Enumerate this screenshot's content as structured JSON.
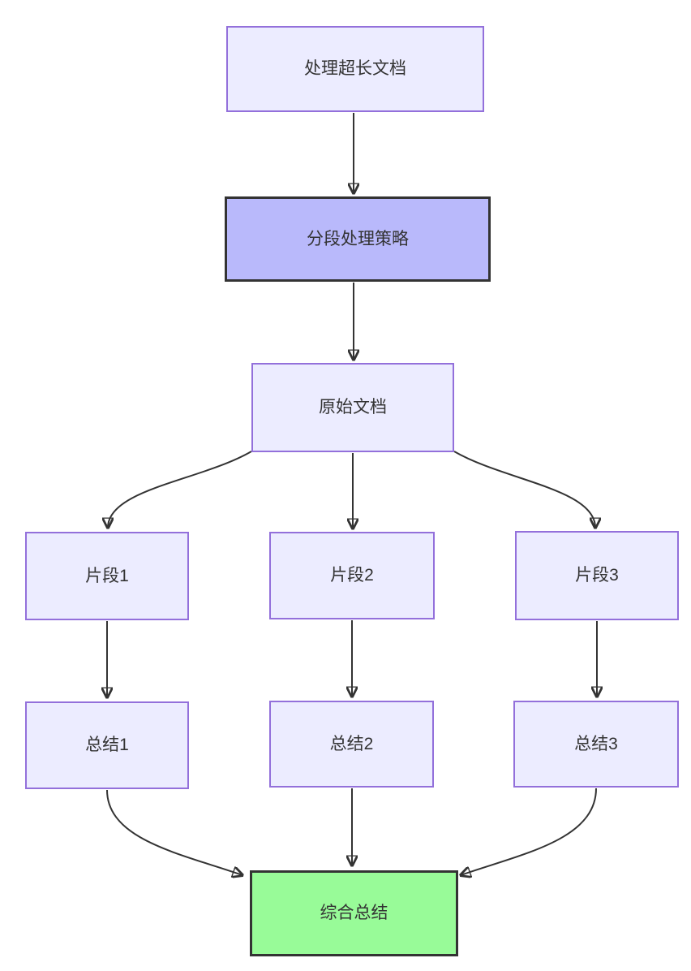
{
  "diagram": {
    "type": "flowchart",
    "direction": "top-down",
    "background": "#ffffff",
    "colors": {
      "node_fill": "#ECECFF",
      "node_border": "#9370DB",
      "emphasis_fill": "#B9B9FB",
      "emphasis_border": "#333333",
      "success_fill": "#98FB98",
      "success_border": "#333333",
      "edge_color": "#333333",
      "text_color": "#333333"
    },
    "nodes": [
      {
        "id": "process-long-document",
        "label": "处理超长文档",
        "style": "default"
      },
      {
        "id": "segmentation-strategy",
        "label": "分段处理策略",
        "style": "emphasis"
      },
      {
        "id": "original-document",
        "label": "原始文档",
        "style": "default"
      },
      {
        "id": "fragment-1",
        "label": "片段1",
        "style": "default"
      },
      {
        "id": "fragment-2",
        "label": "片段2",
        "style": "default"
      },
      {
        "id": "fragment-3",
        "label": "片段3",
        "style": "default"
      },
      {
        "id": "summary-1",
        "label": "总结1",
        "style": "default"
      },
      {
        "id": "summary-2",
        "label": "总结2",
        "style": "default"
      },
      {
        "id": "summary-3",
        "label": "总结3",
        "style": "default"
      },
      {
        "id": "final-summary",
        "label": "综合总结",
        "style": "success"
      }
    ],
    "edges": [
      {
        "from": "处理超长文档",
        "to": "分段处理策略"
      },
      {
        "from": "分段处理策略",
        "to": "原始文档"
      },
      {
        "from": "原始文档",
        "to": "片段1"
      },
      {
        "from": "原始文档",
        "to": "片段2"
      },
      {
        "from": "原始文档",
        "to": "片段3"
      },
      {
        "from": "片段1",
        "to": "总结1"
      },
      {
        "from": "片段2",
        "to": "总结2"
      },
      {
        "from": "片段3",
        "to": "总结3"
      },
      {
        "from": "总结1",
        "to": "综合总结"
      },
      {
        "from": "总结2",
        "to": "综合总结"
      },
      {
        "from": "总结3",
        "to": "综合总结"
      }
    ]
  }
}
